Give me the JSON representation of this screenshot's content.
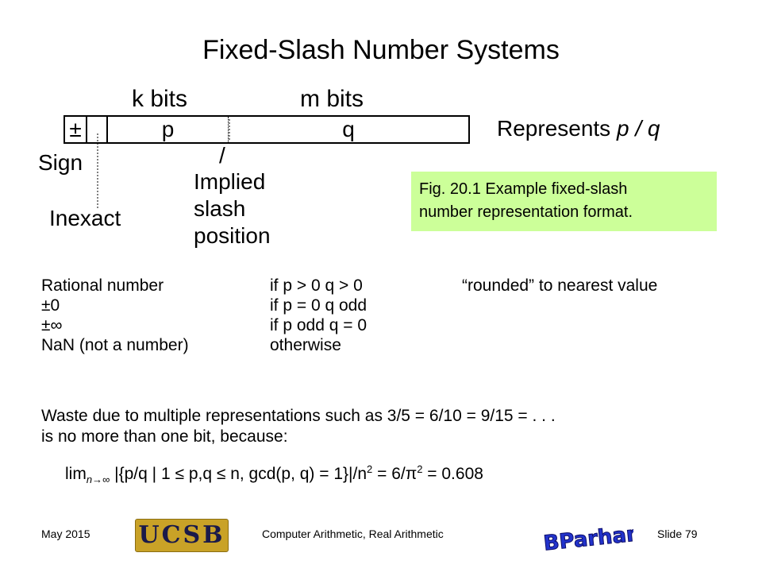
{
  "title": "Fixed-Slash Number Systems",
  "format": {
    "k_bits_label": "k  bits",
    "m_bits_label": "m  bits",
    "sign_field": "±",
    "p_field": "p",
    "q_field": "q",
    "represents": "Represents",
    "represents_expr": "p / q",
    "slash_mark": "/",
    "sign_label": "Sign",
    "inexact_label": "Inexact",
    "implied_label_1": "Implied",
    "implied_label_2": "slash",
    "implied_label_3": "position"
  },
  "caption": {
    "line1": "Fig. 20.1 Example fixed-slash",
    "line2": "number representation format."
  },
  "cases": [
    {
      "name": "Rational number",
      "cond": "if  p > 0  q > 0",
      "note": "“rounded” to nearest value"
    },
    {
      "name": "±0",
      "cond": "if  p = 0  q  odd",
      "note": ""
    },
    {
      "name": "±∞",
      "cond": "if  p  odd  q = 0",
      "note": ""
    },
    {
      "name": "NaN (not a number)",
      "cond": "otherwise",
      "note": ""
    }
  ],
  "waste": {
    "line1": "Waste due to multiple representations such as 3/5 = 6/10 = 9/15 = . . .",
    "line2": "is no more than one bit, because:"
  },
  "formula": {
    "lim": "lim",
    "sub": "n→∞",
    "body_a": " |{p/q  |  1 ≤ p,q ≤ n, gcd(p, q) = 1}|/n",
    "exp_a": "2",
    "body_b": " = 6/π",
    "exp_b": "2",
    "body_c": " = 0.608"
  },
  "footer": {
    "date": "May 2015",
    "logo": "UCSB",
    "course": "Computer Arithmetic, Real Arithmetic",
    "signature": "BParhami",
    "slide": "Slide 79"
  }
}
